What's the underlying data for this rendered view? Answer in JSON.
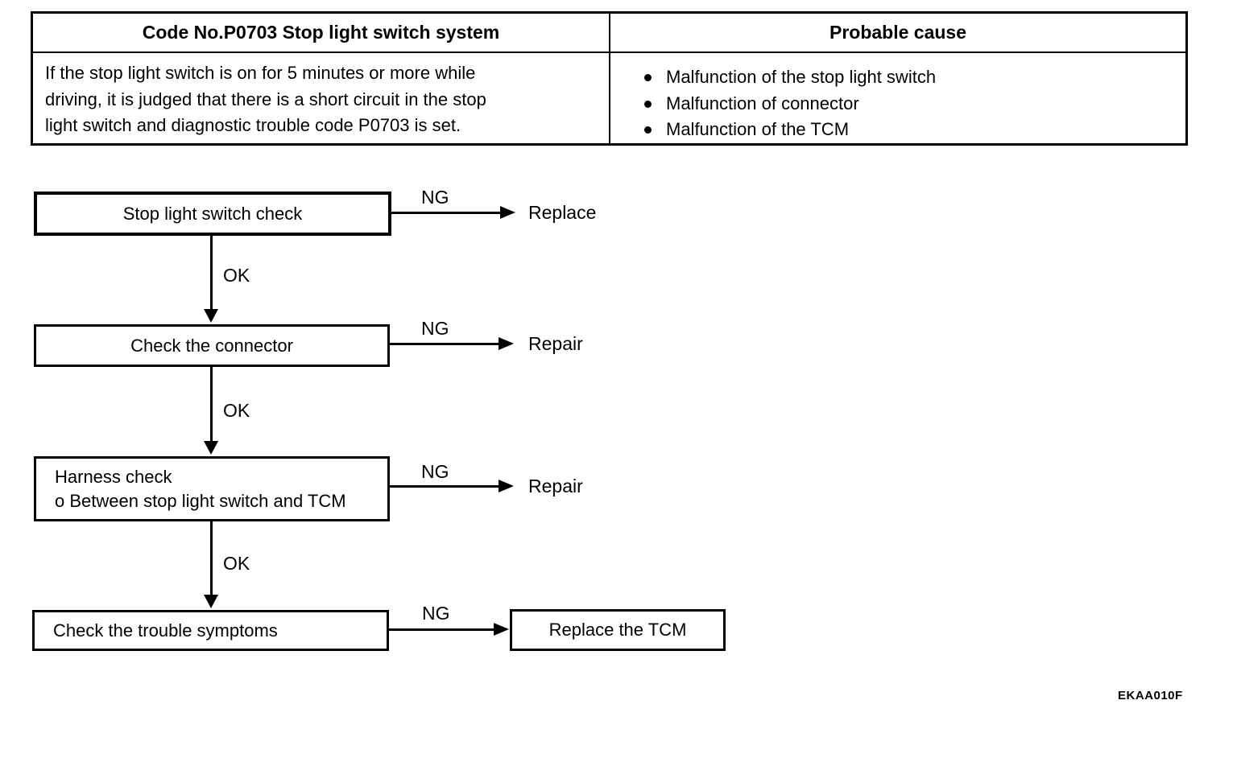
{
  "page": {
    "figure_code": "EKAA010F"
  },
  "dtc_table": {
    "code_header": "Code No.P0703 Stop light switch system",
    "cause_header": "Probable cause",
    "description_lines": [
      "If the stop light switch is on for 5 minutes or more while",
      "driving, it is judged that there is a short circuit in the stop",
      "light switch and diagnostic trouble code P0703 is set."
    ],
    "probable_causes": [
      "Malfunction of the stop light switch",
      "Malfunction of connector",
      "Malfunction of the TCM"
    ]
  },
  "flowchart": {
    "steps": [
      {
        "label": "Stop light switch check",
        "branch_label": "NG",
        "branch_result": "Replace",
        "ok_label": "OK"
      },
      {
        "label": "Check the connector",
        "branch_label": "NG",
        "branch_result": "Repair",
        "ok_label": "OK"
      },
      {
        "label": "Harness check",
        "sub_label": "o Between stop light switch and TCM",
        "branch_label": "NG",
        "branch_result": "Repair",
        "ok_label": "OK"
      },
      {
        "label": "Check the trouble symptoms",
        "branch_label": "NG",
        "branch_result": "Replace the TCM"
      }
    ]
  },
  "colors": {
    "ink": "#000000",
    "paper": "#ffffff"
  }
}
